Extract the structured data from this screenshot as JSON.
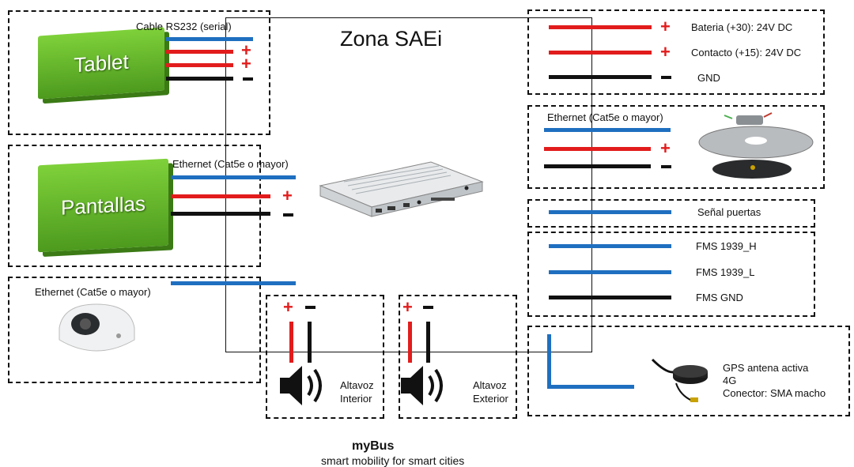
{
  "zone_title": "Zona SAEi",
  "tablet": {
    "name": "Tablet",
    "cable_label": "Cable RS232 (serial)"
  },
  "screens": {
    "name": "Pantallas",
    "cable_label": "Ethernet (Cat5e o mayor)"
  },
  "camera": {
    "cable_label": "Ethernet (Cat5e o mayor)"
  },
  "power": {
    "battery": "Bateria (+30): 24V DC",
    "contact": "Contacto (+15): 24V DC",
    "gnd": "GND"
  },
  "validator": {
    "cable_label": "Ethernet (Cat5e o mayor)"
  },
  "doors": {
    "label": "Señal puertas"
  },
  "fms": {
    "high": "FMS 1939_H",
    "low": "FMS 1939_L",
    "gnd": "FMS GND"
  },
  "speaker_interior": {
    "line1": "Altavoz",
    "line2": "Interior"
  },
  "speaker_exterior": {
    "line1": "Altavoz",
    "line2": "Exterior"
  },
  "gps": {
    "line1": "GPS antena activa",
    "line2": "4G",
    "line3": "Conector: SMA macho"
  },
  "footer": {
    "brand": "myBus",
    "tagline": "smart mobility for smart cities"
  },
  "symbols": {
    "plus": "+"
  },
  "colors": {
    "data_wire": "#1f6fc0",
    "positive_wire": "#e21c1c",
    "ground_wire": "#111111",
    "device_green": "#6bbf2e"
  }
}
